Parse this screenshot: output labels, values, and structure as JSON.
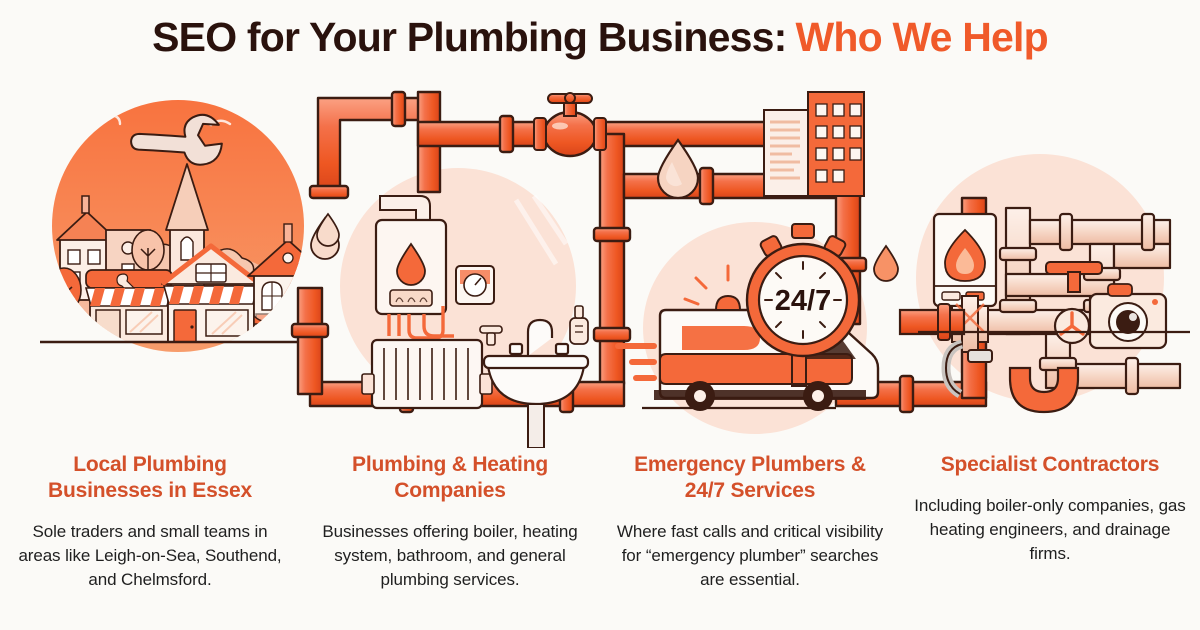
{
  "theme": {
    "background": "#FBFAF7",
    "title_color": "#2A120D",
    "accent_color": "#F05A2A",
    "heading_color": "#D4502A",
    "body_color": "#1F1F1F",
    "pipe_fill_light": "#F9855C",
    "pipe_fill_dark": "#EF5C28",
    "pipe_outline": "#3B1C12",
    "circle_blob": "#FAE0D3",
    "circle_strong": "#F47B4E"
  },
  "header": {
    "title_main": "SEO for Your Plumbing Business:",
    "title_accent": "Who We Help"
  },
  "illustration": {
    "panel1": {
      "name": "local-village-shops-scene",
      "elements": [
        "orange-circle-backdrop",
        "shop-row",
        "church-spire-building",
        "terraced-houses",
        "awnings",
        "trees",
        "wrench-icon",
        "clouds",
        "pipe-elbow",
        "water-droplet"
      ]
    },
    "panel2": {
      "name": "boiler-heating-bathroom-scene",
      "elements": [
        "pipe-elbow-top-left",
        "water-droplet",
        "gas-boiler",
        "boiler-flame-droplet",
        "pressure-gauge",
        "radiator",
        "wash-basin",
        "basin-tap",
        "wall-valve",
        "soap-dispenser",
        "gate-valve",
        "horizontal-pipe-run"
      ]
    },
    "panel3": {
      "name": "emergency-247-response-scene",
      "elements": [
        "city-buildings",
        "large-water-droplet",
        "emergency-van",
        "van-siren-light",
        "speed-lines",
        "stopwatch",
        "pipe-corner",
        "water-droplet"
      ],
      "stopwatch_label": "24/7"
    },
    "panel4": {
      "name": "specialist-contractor-pipework-scene",
      "elements": [
        "gas-boiler-flame",
        "boiler-controls",
        "gate-valve-handle",
        "wheel-valve",
        "cross-junction",
        "pipe-network",
        "drain-trap",
        "inspection-camera-icon"
      ]
    }
  },
  "columns": [
    {
      "id": "local-plumbing-businesses-in-essex",
      "title": "Local Plumbing Businesses in Essex",
      "body": "Sole traders and small teams in areas like Leigh-on-Sea, Southend, and Chelmsford."
    },
    {
      "id": "plumbing-and-heating-companies",
      "title": "Plumbing & Heating Companies",
      "body": "Businesses offering boiler, heating system, bathroom, and general plumbing services."
    },
    {
      "id": "emergency-plumbers-and-247-services",
      "title": "Emergency Plumbers & 24/7 Services",
      "body": "Where fast calls and critical visibility for “emergency plumber” searches are essential."
    },
    {
      "id": "specialist-contractors",
      "title": "Specialist Contractors",
      "body": "Including boiler-only companies, gas heating engineers, and drainage firms."
    }
  ]
}
